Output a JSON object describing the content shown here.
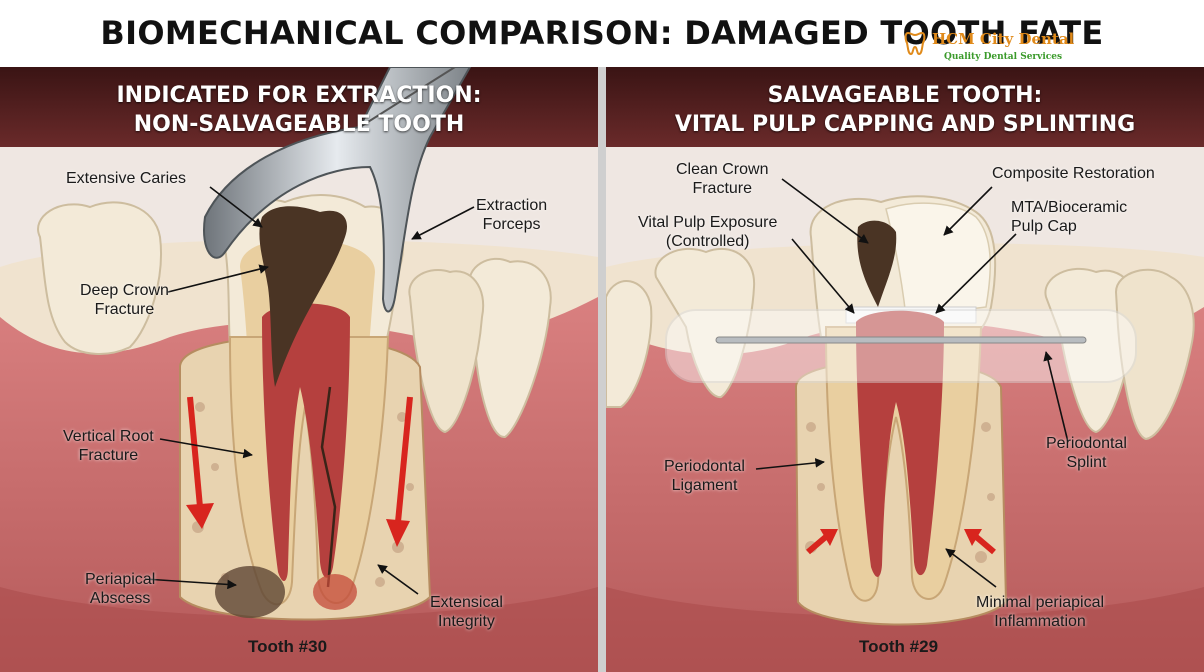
{
  "title": "BIOMECHANICAL COMPARISON: DAMAGED TOOTH FATE",
  "logo": {
    "name": "HCM City Dental",
    "tagline": "Quality Dental Services"
  },
  "left_panel": {
    "heading_line1": "INDICATED FOR EXTRACTION:",
    "heading_line2": "NON-SALVAGEABLE TOOTH",
    "labels": {
      "caries": "Extensive Caries",
      "forceps_1": "Extraction",
      "forceps_2": "Forceps",
      "crown_1": "Deep Crown",
      "crown_2": "Fracture",
      "root_1": "Vertical Root",
      "root_2": "Fracture",
      "abscess_1": "Periapical",
      "abscess_2": "Abscess",
      "integrity_1": "Extensical",
      "integrity_2": "Integrity"
    },
    "tooth_id": "Tooth #30"
  },
  "right_panel": {
    "heading_line1": "SALVAGEABLE TOOTH:",
    "heading_line2": "VITAL PULP CAPPING AND SPLINTING",
    "labels": {
      "clean_1": "Clean Crown",
      "clean_2": "Fracture",
      "composite": "Composite Restoration",
      "vital_1": "Vital Pulp Exposure",
      "vital_2": "(Controlled)",
      "mta_1": "MTA/Bioceramic",
      "mta_2": "Pulp Cap",
      "splint_1": "Periodontal",
      "splint_2": "Splint",
      "pdl_1": "Periodontal",
      "pdl_2": "Ligament",
      "minimal_1": "Minimal periapical",
      "minimal_2": "Inflammation"
    },
    "tooth_id": "Tooth #29"
  },
  "colors": {
    "gum": "#c96a6a",
    "gum_dark": "#8e3a3a",
    "enamel": "#f3ead8",
    "dentin": "#e9cfa0",
    "pulp": "#b5403e",
    "bone": "#e8d3b0",
    "caries": "#4a3424",
    "heading_band": "#5a2424",
    "arrow_red": "#d8251e"
  }
}
